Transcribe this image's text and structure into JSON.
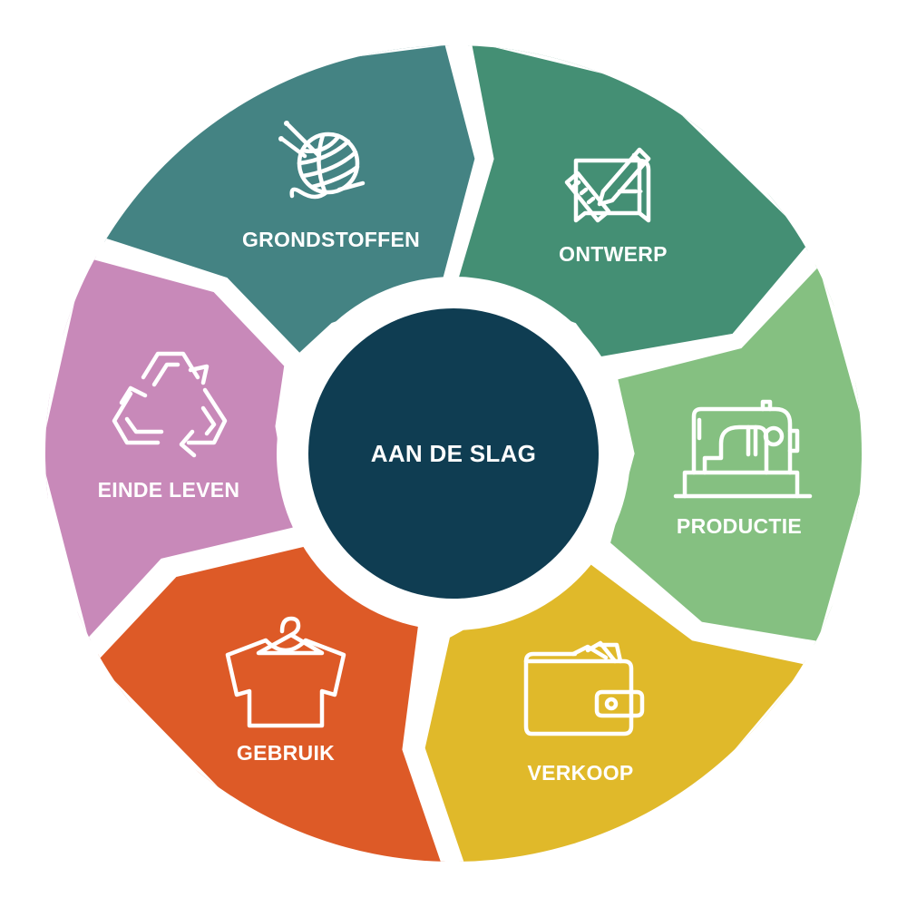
{
  "center": {
    "label": "AAN DE SLAG",
    "color": "#0f3d52"
  },
  "gap_color": "#ffffff",
  "segments": [
    {
      "id": "grondstoffen",
      "label": "GRONDSTOFFEN",
      "color": "#448383",
      "icon": "yarn-ball-icon"
    },
    {
      "id": "ontwerp",
      "label": "ONTWERP",
      "color": "#448f74",
      "icon": "design-drawing-icon"
    },
    {
      "id": "productie",
      "label": "PRODUCTIE",
      "color": "#85c081",
      "icon": "sewing-machine-icon"
    },
    {
      "id": "verkoop",
      "label": "VERKOOP",
      "color": "#e0b92a",
      "icon": "wallet-icon"
    },
    {
      "id": "gebruik",
      "label": "GEBRUIK",
      "color": "#dd5a27",
      "icon": "tshirt-hanger-icon"
    },
    {
      "id": "einde-leven",
      "label": "EINDE LEVEN",
      "color": "#c889b9",
      "icon": "recycle-icon"
    }
  ]
}
